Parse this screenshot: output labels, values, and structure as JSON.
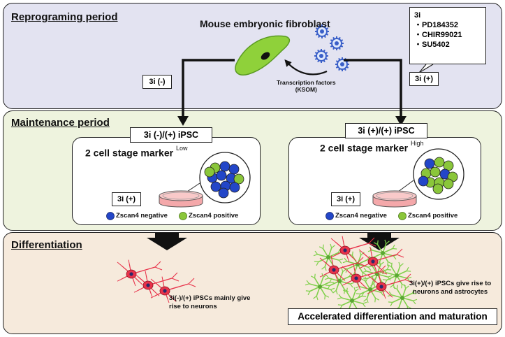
{
  "panels": {
    "reprogramming": {
      "title": "Reprograming period"
    },
    "maintenance": {
      "title": "Maintenance period"
    },
    "differentiation": {
      "title": "Differentiation"
    }
  },
  "cell_label": "Mouse embryonic fibroblast",
  "transcription_factors": {
    "line1": "Transcription factors",
    "line2": "(KSOM)"
  },
  "inhibitors": {
    "title": "3i",
    "items": [
      "PD184352",
      "CHIR99021",
      "SU5402"
    ],
    "bullet": "・"
  },
  "branch_left_label": "3i (-)",
  "branch_right_label": "3i (+)",
  "left_ipsc": {
    "header": "3i (-)/(+) iPSC",
    "marker": "2 cell stage marker",
    "marker_level": "Low",
    "culture_label": "3i (+)",
    "legend_negative": "Zscan4 negative",
    "legend_positive": "Zscan4 positive"
  },
  "right_ipsc": {
    "header": "3i (+)/(+) iPSC",
    "marker": "2 cell stage marker",
    "marker_level": "High",
    "culture_label": "3i (+)",
    "legend_negative": "Zscan4 negative",
    "legend_positive": "Zscan4 positive"
  },
  "left_outcome": {
    "line1": "3i(-)/(+) iPSCs mainly give",
    "line2": "rise to neurons"
  },
  "right_outcome": {
    "line1": "3i(+)/(+) iPSCs give rise to",
    "line2": "neurons and astrocytes"
  },
  "accelerated_label": "Accelerated differentiation and maturation",
  "colors": {
    "reprog_bg": "#e3e3f1",
    "maint_bg": "#eef3de",
    "diff_bg": "#f6eadc",
    "fibroblast_green": "#8fd13a",
    "virus_blue": "#3a5fc8",
    "negative_cell": "#2346c8",
    "positive_cell": "#8ac63a",
    "neuron_red": "#e8324a",
    "astrocyte_green": "#7fd04a"
  }
}
